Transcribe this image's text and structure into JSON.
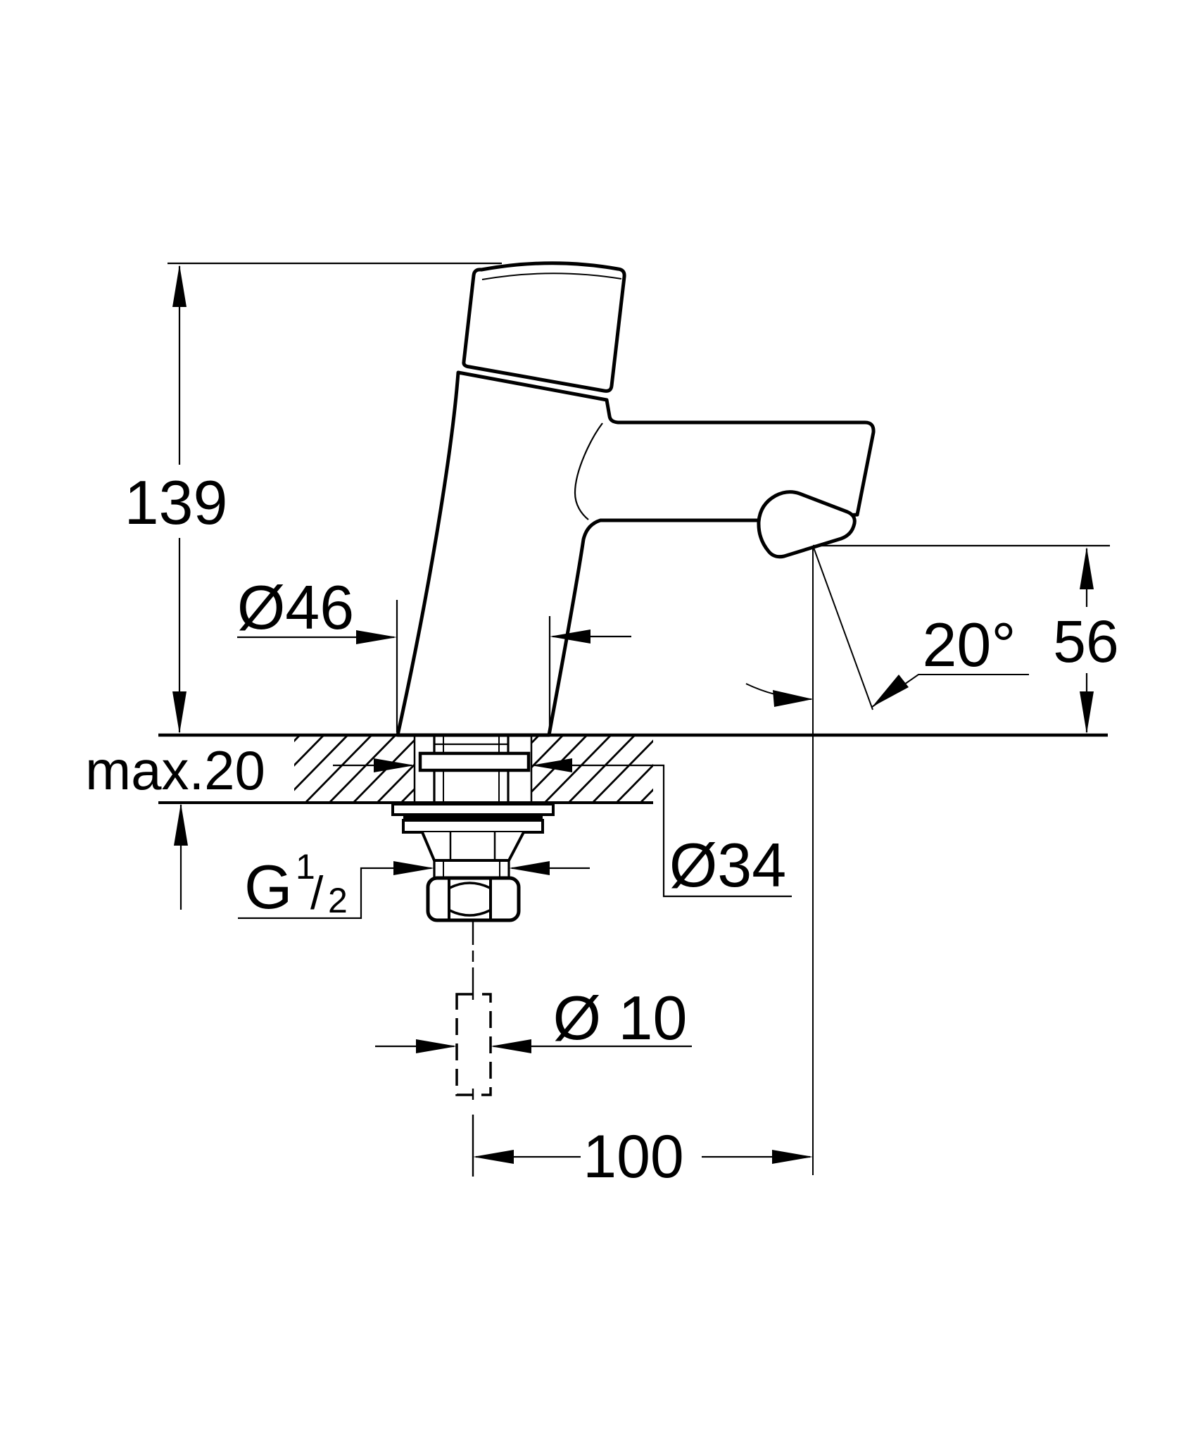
{
  "drawing": {
    "type": "technical-dimension-drawing",
    "subject": "pillar tap side elevation with installation cross-section",
    "units": "mm",
    "colors": {
      "line": "#000000",
      "background": "#ffffff"
    },
    "dimensions": {
      "overall_height": {
        "label": "139",
        "value": 139,
        "meaning": "overall height above deck"
      },
      "body_diameter": {
        "label": "Ø46",
        "value": 46,
        "meaning": "base/body diameter"
      },
      "max_deck_thickness": {
        "label": "max.20",
        "value": 20,
        "meaning": "maximum counter thickness"
      },
      "thread": {
        "label_base": "G",
        "label_sup": "1",
        "label_slash": "/",
        "label_sub": "2",
        "value": "G 1/2",
        "meaning": "connection thread"
      },
      "shank_diameter": {
        "label": "Ø34",
        "value": 34,
        "meaning": "shank / hole diameter"
      },
      "supply_pipe_diameter": {
        "label": "Ø 10",
        "value": 10,
        "meaning": "supply pipe diameter"
      },
      "spout_reach": {
        "label": "100",
        "value": 100,
        "meaning": "horizontal reach to outlet"
      },
      "spout_angle": {
        "label": "20°",
        "value": 20,
        "meaning": "outlet stream angle"
      },
      "spout_height": {
        "label": "56",
        "value": 56,
        "meaning": "outlet height above deck"
      }
    }
  }
}
